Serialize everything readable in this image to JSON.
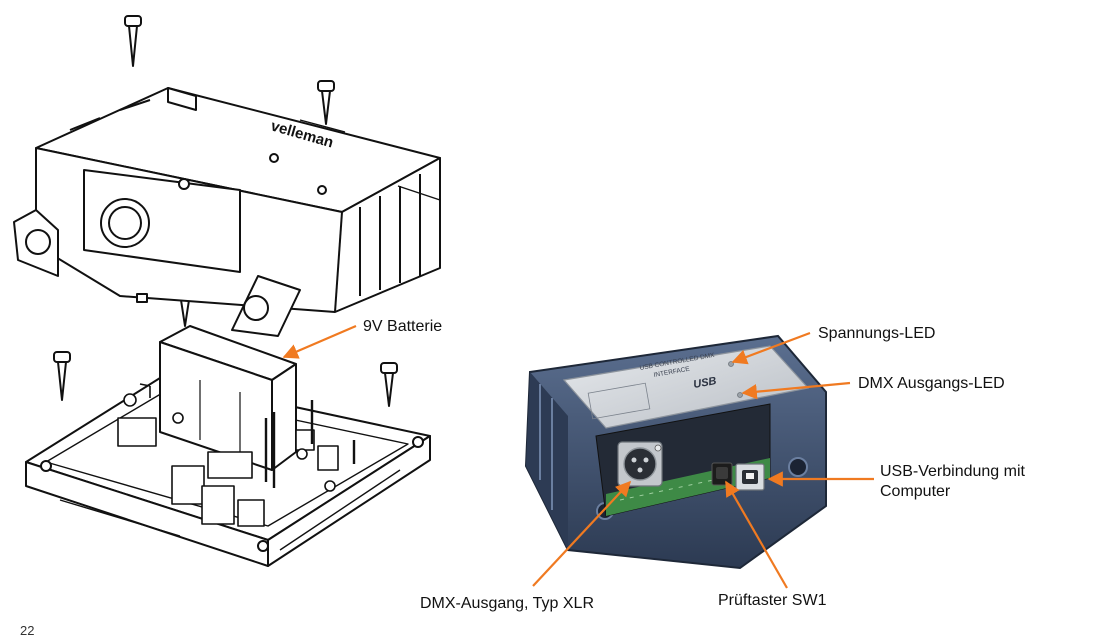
{
  "labels": {
    "battery": "9V Batterie",
    "power_led": "Spannungs-LED",
    "dmx_led": "DMX Ausgangs-LED",
    "usb_conn_line1": "USB-Verbindung mit",
    "usb_conn_line2": "Computer",
    "dmx_out": "DMX-Ausgang, Typ XLR",
    "test_button": "Prüftaster SW1"
  },
  "device": {
    "brand": "velleman",
    "panel_title_line1": "USB CONTROLLED DMX",
    "panel_title_line2": "INTERFACE",
    "usb_logo": "USB"
  },
  "page_number": "22",
  "colors": {
    "arrow": "#f07a21",
    "line_art": "#111111",
    "case_blue": "#3d4f6d",
    "panel_silver": "#cfd3d8",
    "pcb_green": "#3e8a46"
  }
}
